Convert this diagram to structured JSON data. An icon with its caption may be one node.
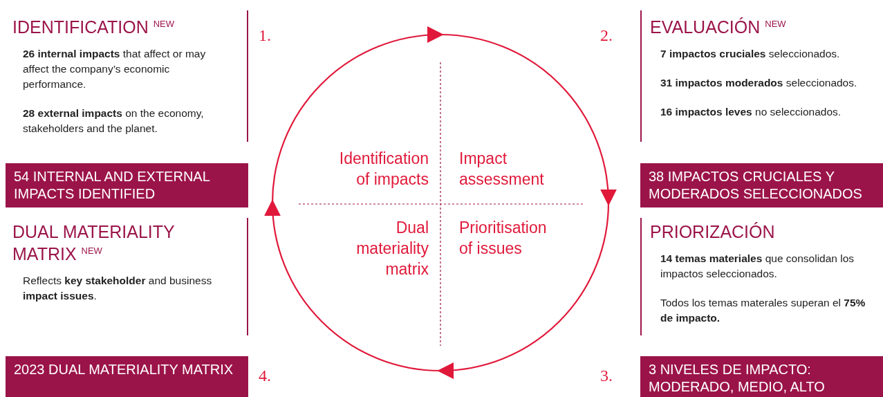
{
  "diagram": {
    "nodes": [
      {
        "text": [
          "IDENTIFICATION $^{NEW}$",
          "**26 internal impacts** that affect or may affect the company’s economic performance.",
          "**28 external impacts** on the economy, stakeholders and the planet."
        ]
      },
      {
        "text": [
          "54 INTERNAL AND EXTERNAL IMPACTS IDENTIFIED"
        ]
      },
      {
        "text": [
          "DUAL MATERIALITY MATRIX $^{NEW}$",
          "Reflects **key stakeholder** and business **impact issues**."
        ]
      },
      {
        "text": [
          "2023 DUAL MATERIALITY MATRIX"
        ]
      },
      {
        "text": [
          "EVALUACIÓN $^{NEW}$",
          "**7 impactos cruciales** seleccionados.",
          "**31 impactos moderados** seleccionados.",
          "**16 impactos leves** no seleccionados."
        ]
      },
      {
        "text": [
          "38 IMPACTOS CRUCIALES Y MODERADOS SELECCIONADOS"
        ]
      },
      {
        "text": [
          "PRIORIZACIÓN",
          "**14 temas materiales** que consolidan los impactos seleccionados.",
          "Todos los temas materales superan el **75% de impacto.**"
        ]
      },
      {
        "text": [
          "3 NIVELES DE IMPACTO: MODERADO, MEDIO, ALTO"
        ]
      },
      {
        "text": [
          "Identification of impacts"
        ]
      },
      {
        "text": [
          "Impact assessment"
        ]
      },
      {
        "text": [
          "Prioritisation of issues"
        ]
      },
      {
        "text": [
          "Dual materiality matrix"
        ]
      }
    ],
    "labels": [
      "1.",
      "2.",
      "4.",
      "3."
    ]
  }
}
